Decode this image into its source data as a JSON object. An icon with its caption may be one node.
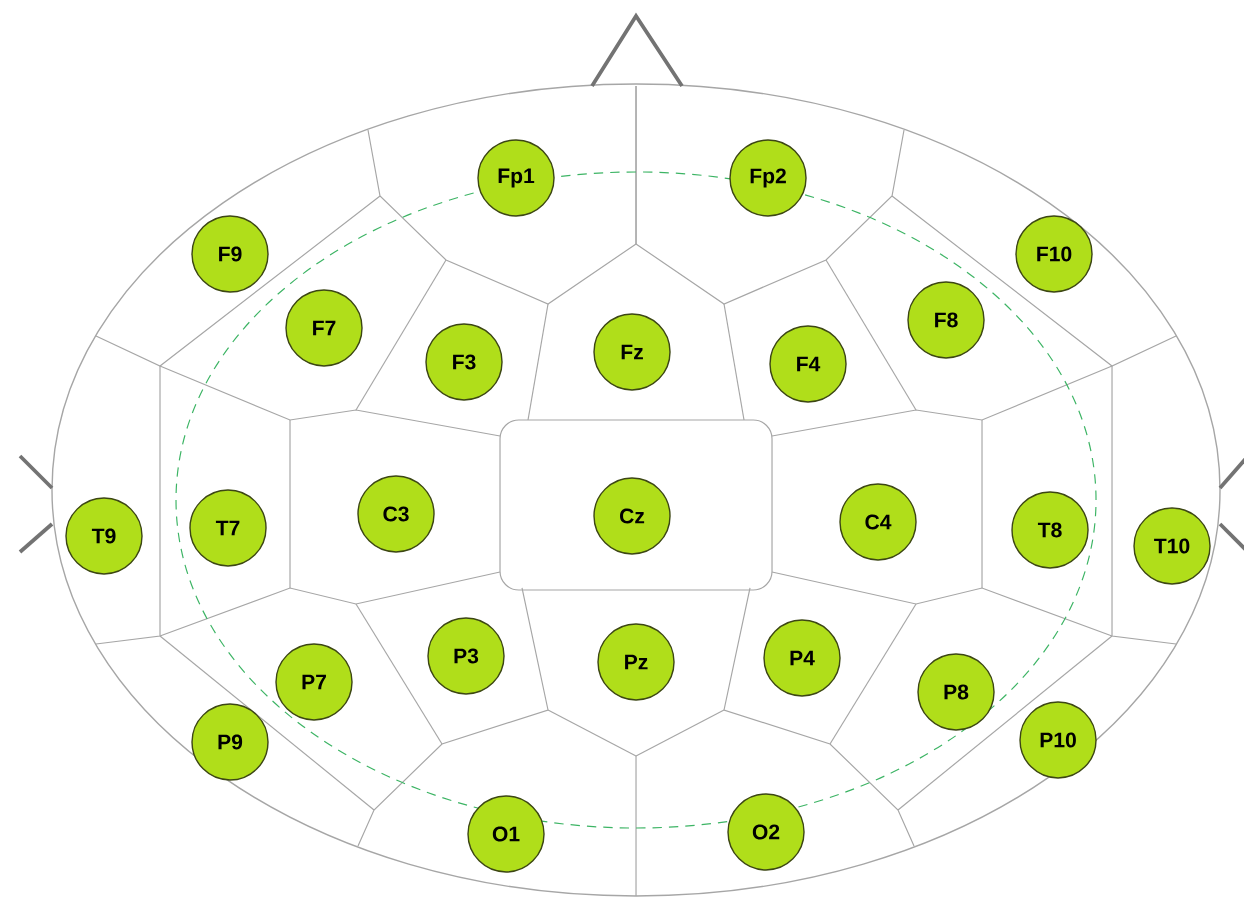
{
  "diagram": {
    "nodes": [
      {
        "text": [
          "Fp1"
        ]
      },
      {
        "text": [
          "Fp2"
        ]
      },
      {
        "text": [
          "F9"
        ]
      },
      {
        "text": [
          "F7"
        ]
      },
      {
        "text": [
          "F3"
        ]
      },
      {
        "text": [
          "Fz"
        ]
      },
      {
        "text": [
          "F4"
        ]
      },
      {
        "text": [
          "F8"
        ]
      },
      {
        "text": [
          "F10"
        ]
      },
      {
        "text": [
          "T9"
        ]
      },
      {
        "text": [
          "T7"
        ]
      },
      {
        "text": [
          "C3"
        ]
      },
      {
        "text": [
          "Cz"
        ]
      },
      {
        "text": [
          "C4"
        ]
      },
      {
        "text": [
          "T8"
        ]
      },
      {
        "text": [
          "T10"
        ]
      },
      {
        "text": [
          "P7"
        ]
      },
      {
        "text": [
          "P3"
        ]
      },
      {
        "text": [
          "Pz"
        ]
      },
      {
        "text": [
          "P4"
        ]
      },
      {
        "text": [
          "P8"
        ]
      },
      {
        "text": [
          "P9"
        ]
      },
      {
        "text": [
          "P10"
        ]
      },
      {
        "text": [
          "O1"
        ]
      },
      {
        "text": [
          "O2"
        ]
      }
    ]
  }
}
